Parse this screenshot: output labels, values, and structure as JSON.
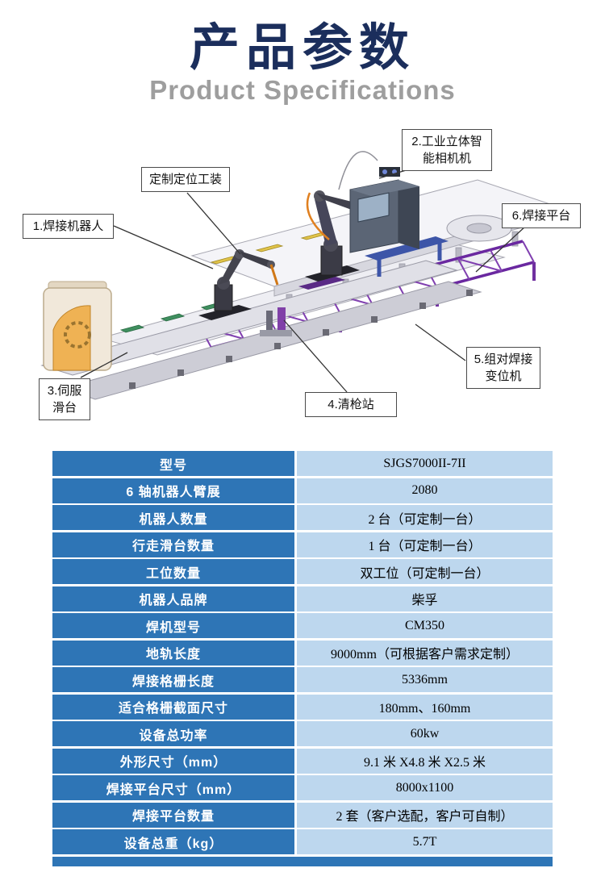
{
  "page": {
    "title": "产品参数",
    "subtitle": "Product Specifications"
  },
  "diagram": {
    "callouts": [
      {
        "id": "custom-fixture",
        "label": "定制定位工装"
      },
      {
        "id": "camera",
        "label": "2.工业立体智能相机机"
      },
      {
        "id": "welding-robot",
        "label": "1.焊接机器人"
      },
      {
        "id": "welding-platform",
        "label": "6.焊接平台"
      },
      {
        "id": "positioner",
        "label": "5.组对焊接变位机"
      },
      {
        "id": "torch-cleaner",
        "label": "4.清枪站"
      },
      {
        "id": "servo-slide",
        "label": "3.伺服滑台"
      }
    ]
  },
  "spec_table": {
    "rows": [
      {
        "label": "型号",
        "value": "SJGS7000II-7II"
      },
      {
        "label": "6 轴机器人臂展",
        "value": "2080"
      },
      {
        "label": "机器人数量",
        "value": "2 台（可定制一台）"
      },
      {
        "label": "行走滑台数量",
        "value": "1 台（可定制一台）"
      },
      {
        "label": "工位数量",
        "value": "双工位（可定制一台）"
      },
      {
        "label": "机器人品牌",
        "value": "柴孚"
      },
      {
        "label": "焊机型号",
        "value": "CM350"
      },
      {
        "label": "地轨长度",
        "value": "9000mm（可根据客户需求定制）"
      },
      {
        "label": "焊接格栅长度",
        "value": "5336mm"
      },
      {
        "label": "适合格栅截面尺寸",
        "value": "180mm、160mm"
      },
      {
        "label": "设备总功率",
        "value": "60kw"
      },
      {
        "label": "外形尺寸（mm）",
        "value": "9.1 米 X4.8 米 X2.5 米"
      },
      {
        "label": "焊接平台尺寸（mm）",
        "value": "8000x1100"
      },
      {
        "label": "焊接平台数量",
        "value": "2 套（客户选配，客户可自制）"
      },
      {
        "label": "设备总重（kg）",
        "value": "5.7T"
      }
    ]
  },
  "colors": {
    "title": "#1b2e5c",
    "subtitle": "#9e9e9e",
    "table_header_bg": "#2e75b6",
    "table_value_bg": "#bdd7ee"
  }
}
